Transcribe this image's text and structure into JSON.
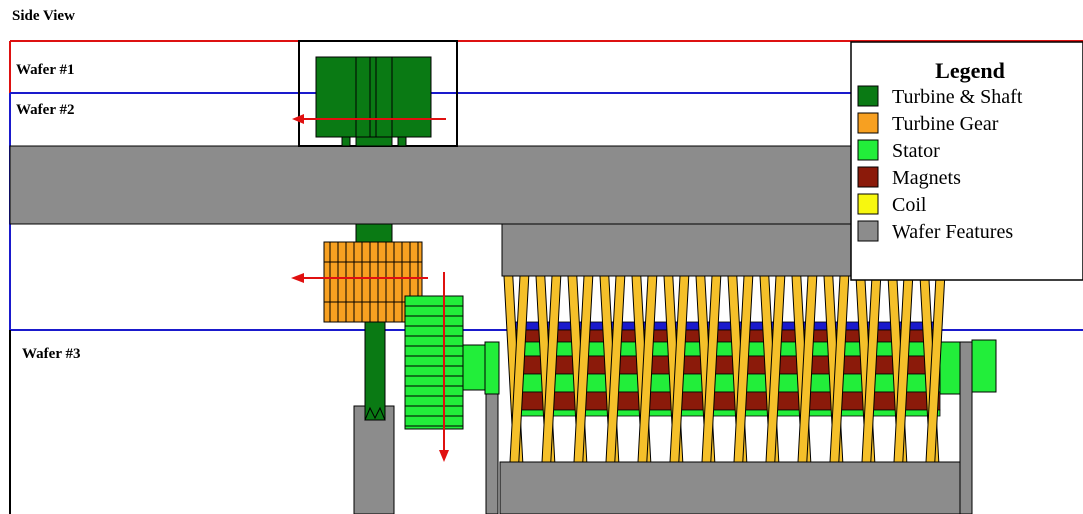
{
  "title": "Side View",
  "wafer_labels": [
    "Wafer #1",
    "Wafer #2",
    "Wafer #3"
  ],
  "legend": {
    "title": "Legend",
    "items": [
      {
        "label": "Turbine & Shaft",
        "color": "#0a7a14"
      },
      {
        "label": "Turbine Gear",
        "color": "#f7a021"
      },
      {
        "label": "Stator",
        "color": "#22ee3a"
      },
      {
        "label": "Magnets",
        "color": "#8b1a0a"
      },
      {
        "label": "Coil",
        "color": "#f7f70f"
      },
      {
        "label": "Wafer Features",
        "color": "#8c8c8c"
      }
    ]
  },
  "colors": {
    "wafer1_line": "#dd1111",
    "wafer_line": "#1a1acc",
    "wafer_feature": "#8c8c8c",
    "turbine": "#0a7a14",
    "gear": "#f7a021",
    "stator": "#22ee3a",
    "magnet": "#8b1a0a",
    "coil": "#f5c02a",
    "arrow": "#e01010",
    "outline": "#000000"
  }
}
